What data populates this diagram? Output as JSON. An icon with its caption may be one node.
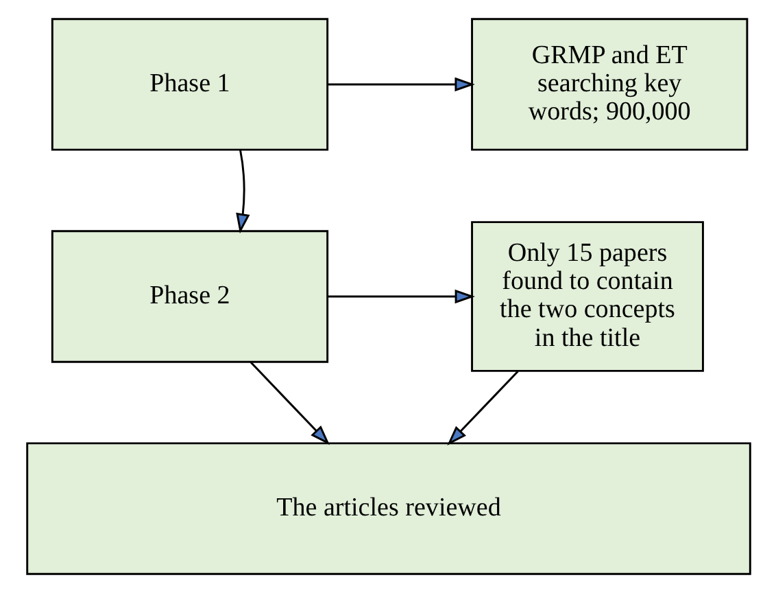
{
  "diagram": {
    "nodes": [
      {
        "text": [
          "Phase 1"
        ]
      },
      {
        "text": [
          "GRMP and ET searching key words; 900,000"
        ]
      },
      {
        "text": [
          "Phase 2"
        ]
      },
      {
        "text": [
          "Only 15 papers found to contain the two concepts in the title"
        ]
      },
      {
        "text": [
          "The articles reviewed"
        ]
      }
    ],
    "edges": [
      {
        "from": 0,
        "to": 1,
        "arrow": "to"
      },
      {
        "from": 0,
        "to": 2,
        "arrow": "to"
      },
      {
        "from": 2,
        "to": 3,
        "arrow": "to"
      },
      {
        "from": 2,
        "to": 4,
        "arrow": "to"
      },
      {
        "from": 3,
        "to": 4,
        "arrow": "to"
      }
    ]
  }
}
